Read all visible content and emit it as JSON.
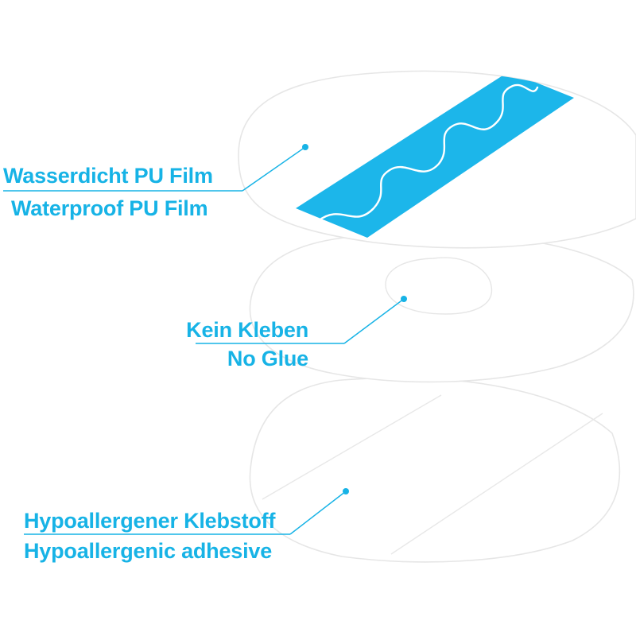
{
  "layers": [
    {
      "id": "top",
      "name_de": "Wasserdicht PU Film",
      "name_en": "Waterproof PU Film"
    },
    {
      "id": "middle",
      "name_de": "Kein Kleben",
      "name_en": "No Glue"
    },
    {
      "id": "bottom",
      "name_de": "Hypoallergener Klebstoff",
      "name_en": "Hypoallergenic adhesive"
    }
  ],
  "colors": {
    "accent": "#17b3e6",
    "strip": "#1cb6ea",
    "outline": "#e6e6e6",
    "wave": "#ffffff"
  }
}
